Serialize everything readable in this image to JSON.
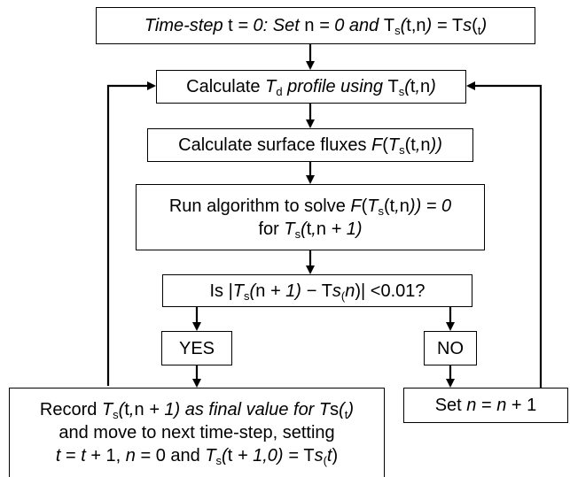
{
  "flowchart": {
    "init": {
      "parts": [
        "Time-step ",
        "t",
        " = 0: Set ",
        "n",
        " = 0 and ",
        "T",
        "s",
        "(",
        "t",
        ",",
        "n",
        ") = ",
        "T",
        "s",
        "(",
        "t",
        ")"
      ]
    },
    "calc_profile": {
      "parts": [
        "Calculate ",
        "T",
        "d",
        " profile using ",
        "T",
        "s",
        "(",
        "t",
        ",",
        "n",
        ")"
      ]
    },
    "calc_fluxes": {
      "parts": [
        "Calculate surface fluxes ",
        "F",
        "(",
        "T",
        "s",
        "(",
        "t",
        ",",
        "n",
        "))"
      ]
    },
    "solve": {
      "line1": [
        "Run algorithm to solve ",
        "F",
        "(",
        "T",
        "s",
        "(",
        "t",
        ",",
        "n",
        ")) = 0"
      ],
      "line2": [
        "for ",
        "T",
        "s",
        "(",
        "t",
        ",",
        "n",
        " + 1)"
      ]
    },
    "decision": {
      "parts": [
        "Is |",
        "T",
        "s",
        "(",
        "n",
        " + 1) − ",
        "T",
        "s",
        "(",
        "n",
        ")| <0.01?"
      ]
    },
    "yes": {
      "label": "YES"
    },
    "no": {
      "label": "NO"
    },
    "record": {
      "line1": [
        "Record ",
        "T",
        "s",
        "(",
        "t",
        ",",
        "n",
        " + 1) as final value for ",
        "T",
        "s",
        "(",
        "t",
        ")"
      ],
      "line2": [
        "and move to next time-step, setting"
      ],
      "line3": [
        "t",
        " = ",
        "t",
        " + 1, ",
        "n",
        " = 0 and ",
        "T",
        "s",
        "(",
        "t",
        " + 1,0) = ",
        "T",
        "s",
        "(",
        "t",
        ")"
      ]
    },
    "set_n": {
      "parts": [
        "Set ",
        "n",
        " = ",
        "n",
        " + 1"
      ]
    }
  }
}
